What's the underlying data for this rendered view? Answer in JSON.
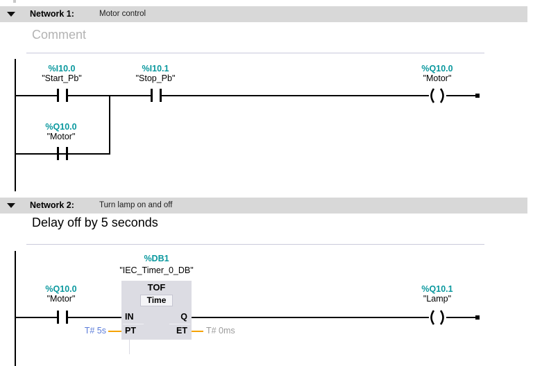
{
  "colors": {
    "operand_teal": "#0a989e",
    "param_blue": "#5b7cd9",
    "param_gray": "#9b9b9b",
    "wire_orange": "#f5a200",
    "header_band_gray": "#d8d8d8",
    "separator": "#c9c9da",
    "block_bg": "#dcdce3",
    "comment_placeholder": "#b3b3b3"
  },
  "icons": {
    "collapse": "triangle-down"
  },
  "network1": {
    "label": "Network 1:",
    "title": "Motor control",
    "comment_placeholder": "Comment",
    "contact_start": {
      "address": "%I10.0",
      "name": "\"Start_Pb\""
    },
    "contact_stop": {
      "address": "%I10.1",
      "name": "\"Stop_Pb\""
    },
    "contact_seal": {
      "address": "%Q10.0",
      "name": "\"Motor\""
    },
    "coil": {
      "address": "%Q10.0",
      "name": "\"Motor\""
    }
  },
  "network2": {
    "label": "Network 2:",
    "title": "Turn lamp on and off",
    "comment": "Delay off by 5 seconds",
    "contact": {
      "address": "%Q10.0",
      "name": "\"Motor\""
    },
    "timer": {
      "db_address": "%DB1",
      "db_name": "\"IEC_Timer_0_DB\"",
      "block_type": "TOF",
      "data_type": "Time",
      "pin_in": "IN",
      "pin_q": "Q",
      "pin_pt": "PT",
      "pin_et": "ET",
      "pt_value": "T# 5s",
      "et_value": "T# 0ms"
    },
    "coil": {
      "address": "%Q10.1",
      "name": "\"Lamp\""
    }
  }
}
